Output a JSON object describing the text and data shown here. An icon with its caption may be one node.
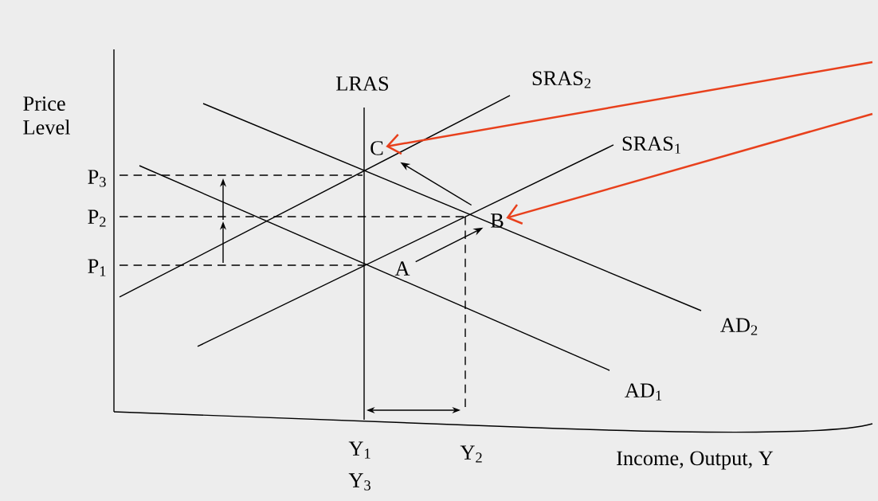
{
  "diagram": {
    "nodes": [
      {
        "text": [
          "A"
        ]
      },
      {
        "text": [
          "B"
        ]
      },
      {
        "text": [
          "C"
        ]
      }
    ],
    "edges": [
      {
        "from": 0,
        "to": 1,
        "arrow": "to"
      },
      {
        "from": 1,
        "to": 2,
        "arrow": "to"
      },
      {
        "from": null,
        "to": 2,
        "arrow": "to",
        "color": "#e8401c"
      },
      {
        "from": null,
        "to": 1,
        "arrow": "to",
        "color": "#e8401c"
      }
    ],
    "labels": [
      "Price Level",
      "LRAS",
      "SRAS$_{2}$",
      "SRAS$_{1}$",
      "P$_{3}$",
      "P$_{2}$",
      "P$_{1}$",
      "AD$_{2}$",
      "AD$_{1}$",
      "Y$_{1}$",
      "Y$_{2}$",
      "Income, Output, Y",
      "Y$_{3}$"
    ]
  }
}
